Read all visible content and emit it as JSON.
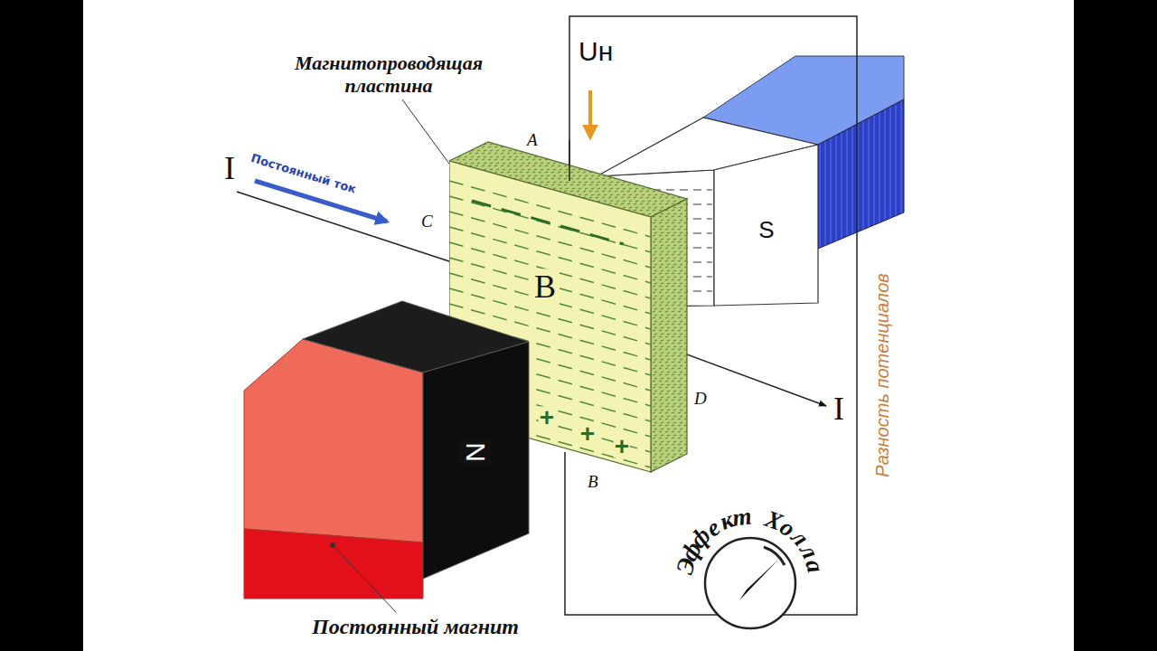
{
  "diagram": {
    "nodes": [
      {
        "text": [
          "S"
        ]
      },
      {
        "text": [
          "B"
        ]
      },
      {
        "text": [
          "N"
        ]
      }
    ],
    "labels": [
      "Магнитопроводящая пластина",
      "Uн",
      "I",
      "Постоянный ток",
      "A",
      "C",
      "D",
      "B",
      "I",
      "+",
      "+",
      "+",
      "Эффект Холла",
      "Разность потенциалов",
      "Постоянный магнит"
    ]
  }
}
